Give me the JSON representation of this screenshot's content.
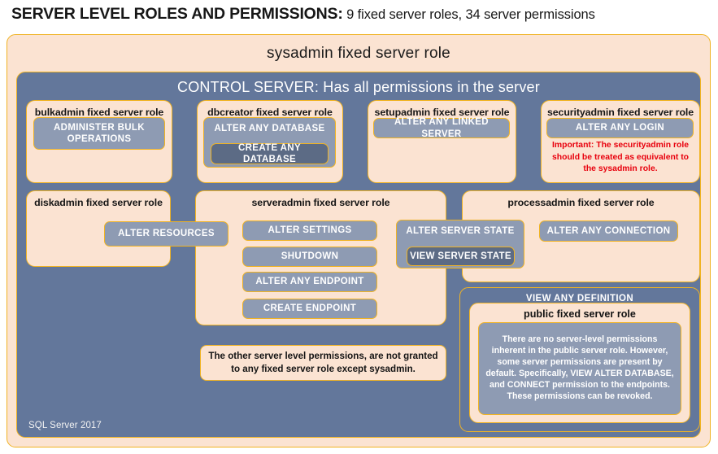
{
  "title": {
    "main": "SERVER LEVEL ROLES AND PERMISSIONS:",
    "subtitle": " 9 fixed server roles, 34 server permissions"
  },
  "colors": {
    "peach_fill": "#fbe3d2",
    "gold_border": "#f0b323",
    "slate_container": "#63779b",
    "permission_fill": "#8e9bb3",
    "permission_fill_dark": "#5c6b85",
    "warning_text": "#e8000d",
    "background": "#ffffff"
  },
  "sysadmin": {
    "label": "sysadmin  fixed  server  role"
  },
  "control_server": {
    "label": "CONTROL SERVER: Has all permissions in the server",
    "version_label": "SQL Server 2017"
  },
  "roles": {
    "bulkadmin": {
      "label": "bulkadmin  fixed server role",
      "permissions": [
        "ADMINISTER  BULK OPERATIONS"
      ]
    },
    "dbcreator": {
      "label": "dbcreator fixed server role",
      "permissions": [
        "ALTER ANY DATABASE",
        "CREATE  ANY DATABASE"
      ]
    },
    "setupadmin": {
      "label": "setupadmin fixed server role",
      "permissions": [
        "ALTER ANY LINKED SERVER"
      ]
    },
    "securityadmin": {
      "label": "securityadmin  fixed server role",
      "permissions": [
        "ALTER ANY LOGIN"
      ],
      "warning": "Important:  The securityadmin role should  be treated as equivalent to the  sysadmin role."
    },
    "diskadmin": {
      "label": "diskadmin  fixed server role",
      "permissions": [
        "ALTER RESOURCES"
      ]
    },
    "serveradmin": {
      "label": "serveradmin fixed server role",
      "permissions": [
        "ALTER SETTINGS",
        "SHUTDOWN",
        "ALTER ANY ENDPOINT",
        "CREATE  ENDPOINT",
        "ALTER SERVER  STATE",
        "VIEW  SERVER  STATE"
      ]
    },
    "processadmin": {
      "label": "processadmin fixed server role",
      "permissions": [
        "ALTER ANY CONNECTION"
      ]
    },
    "public": {
      "view_any_definition": "VIEW  ANY DEFINITION",
      "label": "public  fixed server role",
      "note": "There are no server-level permissions inherent in the public server role. However, some server permissions are present by default. Specifically, VIEW ALTER DATABASE, and CONNECT permission to the endpoints. These permissions can be revoked."
    }
  },
  "callouts": {
    "other_permissions": "The other server level permissions,  are not granted to any fixed server role except sysadmin."
  }
}
